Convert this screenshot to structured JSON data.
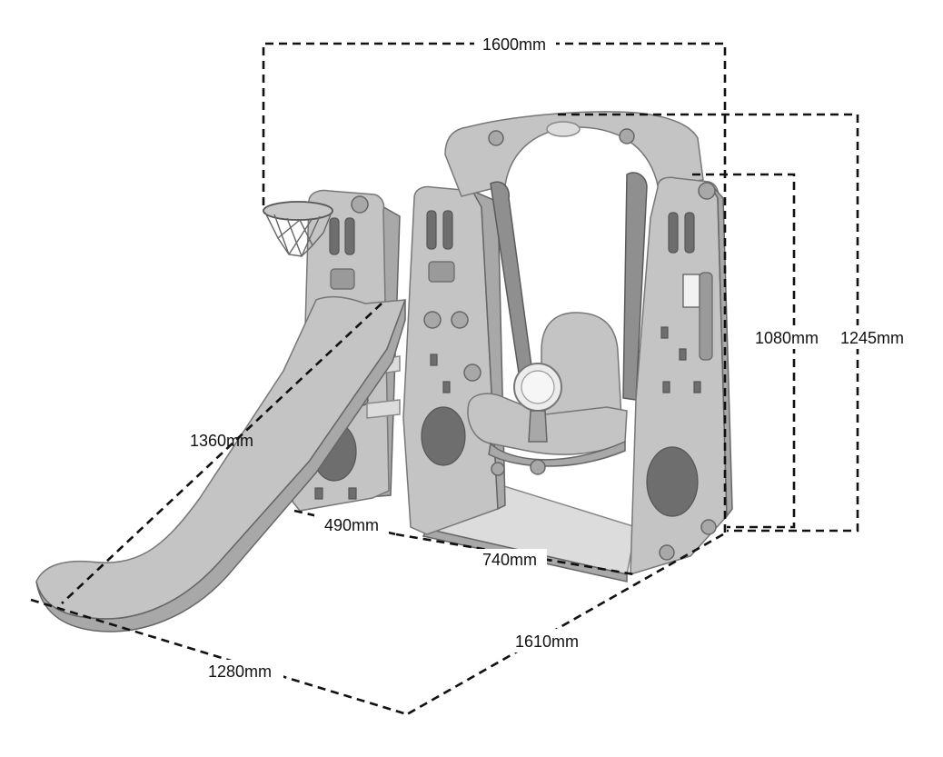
{
  "dimensions": [
    {
      "id": "width-top",
      "label": "1600mm"
    },
    {
      "id": "height-swing",
      "label": "1080mm"
    },
    {
      "id": "height-total",
      "label": "1245mm"
    },
    {
      "id": "slide-length",
      "label": "1360mm"
    },
    {
      "id": "depth-slide-tower",
      "label": "490mm"
    },
    {
      "id": "depth-swing",
      "label": "740mm"
    },
    {
      "id": "footprint-right",
      "label": "1610mm"
    },
    {
      "id": "footprint-left",
      "label": "1280mm"
    }
  ],
  "colors": {
    "line": "#111111",
    "plastic_dark": "#8f8f8f",
    "plastic_mid": "#a8a8a8",
    "plastic_light": "#c4c4c4",
    "plastic_pale": "#dcdcdc",
    "background": "#ffffff"
  }
}
